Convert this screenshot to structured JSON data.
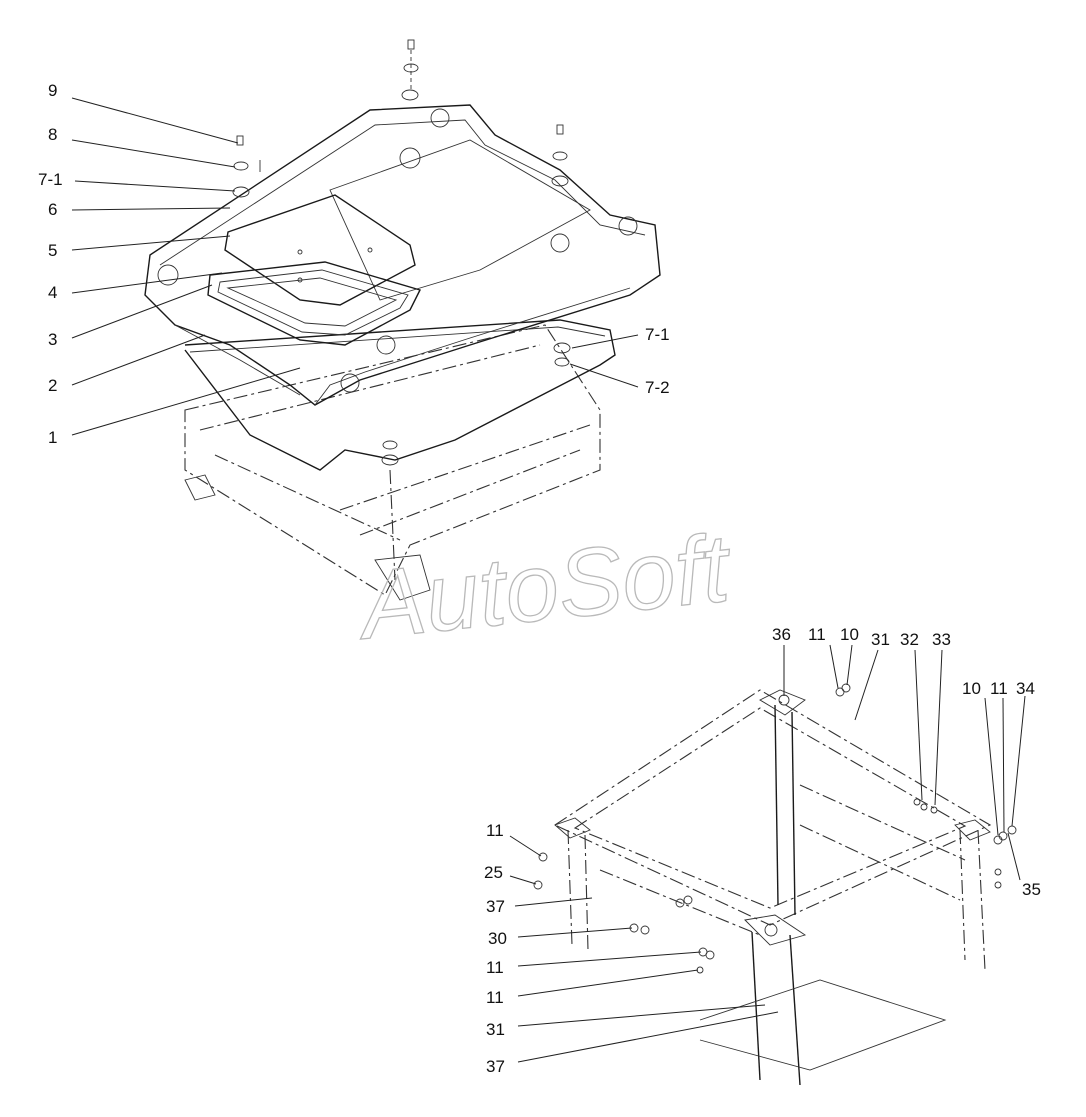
{
  "watermark": "AutoSoft",
  "callouts": {
    "top": [
      "9",
      "8",
      "7-1",
      "6",
      "5",
      "4",
      "3",
      "2",
      "1",
      "7-1",
      "7-2"
    ],
    "bottom": [
      "36",
      "11",
      "10",
      "31",
      "32",
      "33",
      "10",
      "11",
      "34",
      "35",
      "11",
      "25",
      "37",
      "30",
      "11",
      "11",
      "31",
      "37"
    ]
  }
}
